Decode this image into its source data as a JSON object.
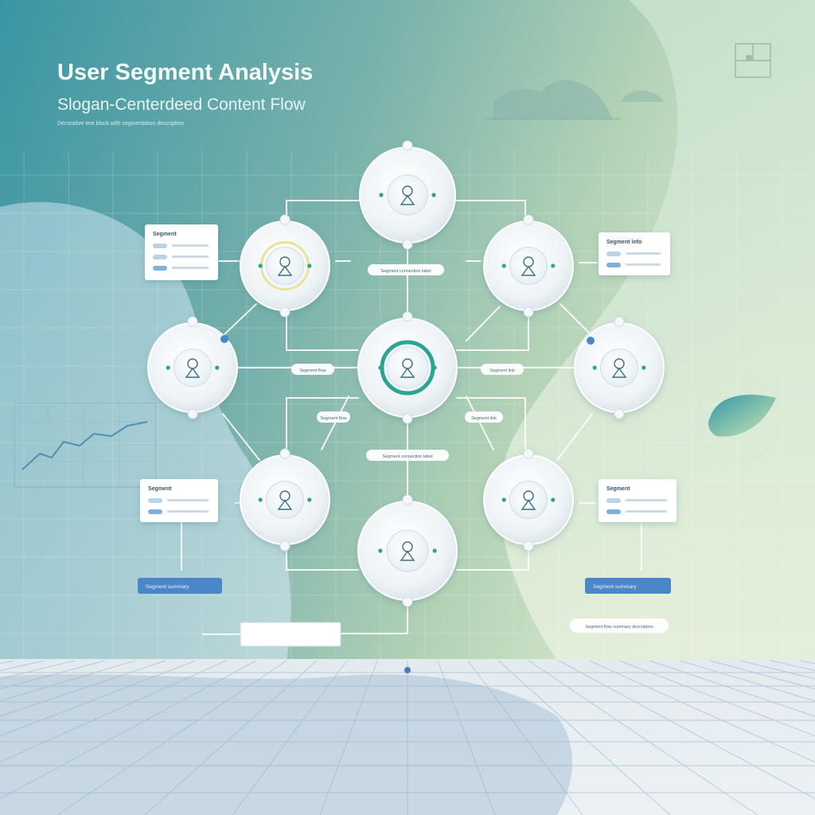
{
  "header": {
    "title": "User Segment Analysis",
    "subtitle": "Slogan-Centerdeed Content Flow",
    "fineprint": "Decorative text block with segmentation description"
  },
  "diagram": {
    "nodes": [
      {
        "id": "top",
        "role": "segment"
      },
      {
        "id": "upper-left",
        "role": "segment",
        "highlight": "#e7e39a"
      },
      {
        "id": "upper-right",
        "role": "segment"
      },
      {
        "id": "left",
        "role": "segment"
      },
      {
        "id": "center",
        "role": "hub",
        "highlight": "#2aa594"
      },
      {
        "id": "right",
        "role": "segment"
      },
      {
        "id": "lower-left",
        "role": "segment"
      },
      {
        "id": "lower-right",
        "role": "segment"
      },
      {
        "id": "bottom",
        "role": "segment"
      }
    ],
    "connector_labels": [
      "Segment connection label",
      "Segment flow",
      "Segment flow",
      "Segment link",
      "Segment link",
      "Segment connection label"
    ],
    "info_cards": [
      {
        "heading": "Segment"
      },
      {
        "heading": "Segment info"
      },
      {
        "heading": "Segment"
      },
      {
        "heading": "Segment"
      }
    ],
    "badges": [
      "Segment summary",
      "Segment summary"
    ],
    "footer_note": "Segment flow summary description"
  },
  "colors": {
    "teal": "#3f9aa6",
    "deep_teal": "#2e8c98",
    "sage": "#a9cdb6",
    "mint": "#cfe3cf",
    "node_ring": "#2aa594",
    "badge_blue": "#4a86c8",
    "line": "#ffffff"
  },
  "icons": [
    "person-icon",
    "pie-chart-icon",
    "line-chart-icon",
    "cloud-icon",
    "window-icon"
  ]
}
